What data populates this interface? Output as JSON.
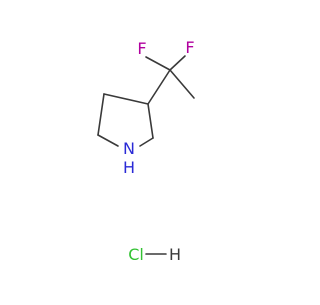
{
  "molecule": {
    "atoms": {
      "fluorine_1": "F",
      "fluorine_2": "F",
      "nitrogen": "N",
      "nitrogen_hydrogen": "H",
      "salt_chlorine": "Cl",
      "salt_hydrogen": "H"
    },
    "colors": {
      "bond": "#3a3a3a",
      "fluorine": "#b1009e",
      "nitrogen": "#2a2ad6",
      "chlorine": "#33c233",
      "hydrogen": "#3a3a3a"
    }
  }
}
